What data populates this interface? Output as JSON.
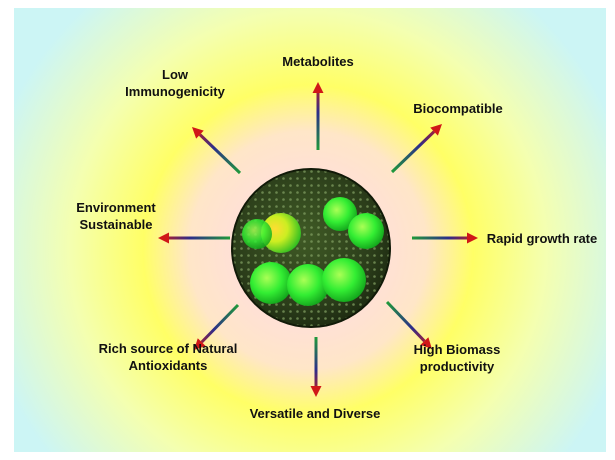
{
  "colors": {
    "background_center": "#ffd6ee",
    "background_mid": "#ffff66",
    "background_edge": "#ccf5f5",
    "arrow_start": "#1f9a3a",
    "arrow_mid": "#2d2d8a",
    "arrow_end": "#d01818",
    "cell_fill": "#2b3d1a",
    "sphere": "#33ee33"
  },
  "center_icon": "algae-cell-icon",
  "labels": [
    {
      "id": "metabolites",
      "lines": [
        "Metabolites"
      ]
    },
    {
      "id": "biocompatible",
      "lines": [
        "Biocompatible"
      ]
    },
    {
      "id": "rapid-growth-rate",
      "lines": [
        "Rapid growth rate"
      ]
    },
    {
      "id": "high-biomass-productivity",
      "lines": [
        "High Biomass",
        "productivity"
      ]
    },
    {
      "id": "versatile-and-diverse",
      "lines": [
        "Versatile and Diverse"
      ]
    },
    {
      "id": "rich-source-antioxidants",
      "lines": [
        "Rich source of Natural",
        "Antioxidants"
      ]
    },
    {
      "id": "environment-sustainable",
      "lines": [
        "Environment",
        "Sustainable"
      ]
    },
    {
      "id": "low-immunogenicity",
      "lines": [
        "Low",
        "Immunogenicity"
      ]
    }
  ]
}
